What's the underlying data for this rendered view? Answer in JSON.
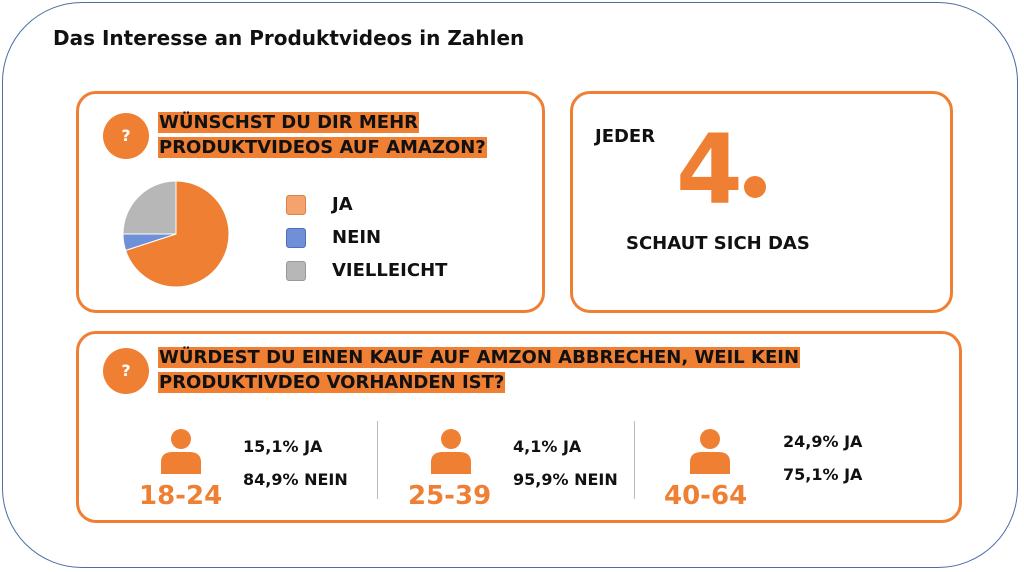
{
  "title": "Das Interesse an Produktvideos in Zahlen",
  "colors": {
    "accent": "#ef7f33",
    "frame": "#4a6fa5"
  },
  "card1": {
    "icon": "question-icon",
    "icon_text": "?",
    "question_line1": "WÜNSCHST DU DIR MEHR",
    "question_line2": "PRODUKTVIDEOS AUF AMAZON?"
  },
  "chart_data": {
    "type": "pie",
    "categories": [
      "JA",
      "NEIN",
      "VIELLEICHT"
    ],
    "values": [
      70,
      5,
      25
    ],
    "colors": [
      "#ef7f33",
      "#6f8fd6",
      "#b7b7b7"
    ],
    "legend": "right"
  },
  "card2": {
    "prefix": "JEDER",
    "number": "4",
    "suffix": "SCHAUT SICH DAS"
  },
  "card3": {
    "icon": "question-icon",
    "icon_text": "?",
    "question_line1": "WÜRDEST DU EINEN KAUF AUF AMZON ABBRECHEN, WEIL KEIN",
    "question_line2": "PRODUKTIVDEO VORHANDEN IST?",
    "groups": [
      {
        "age": "18-24",
        "line1": "15,1% JA",
        "line2": "84,9% NEIN"
      },
      {
        "age": "25-39",
        "line1": "4,1% JA",
        "line2": "95,9% NEIN"
      },
      {
        "age": "40-64",
        "line1": "24,9% JA",
        "line2": "75,1% JA"
      }
    ]
  }
}
